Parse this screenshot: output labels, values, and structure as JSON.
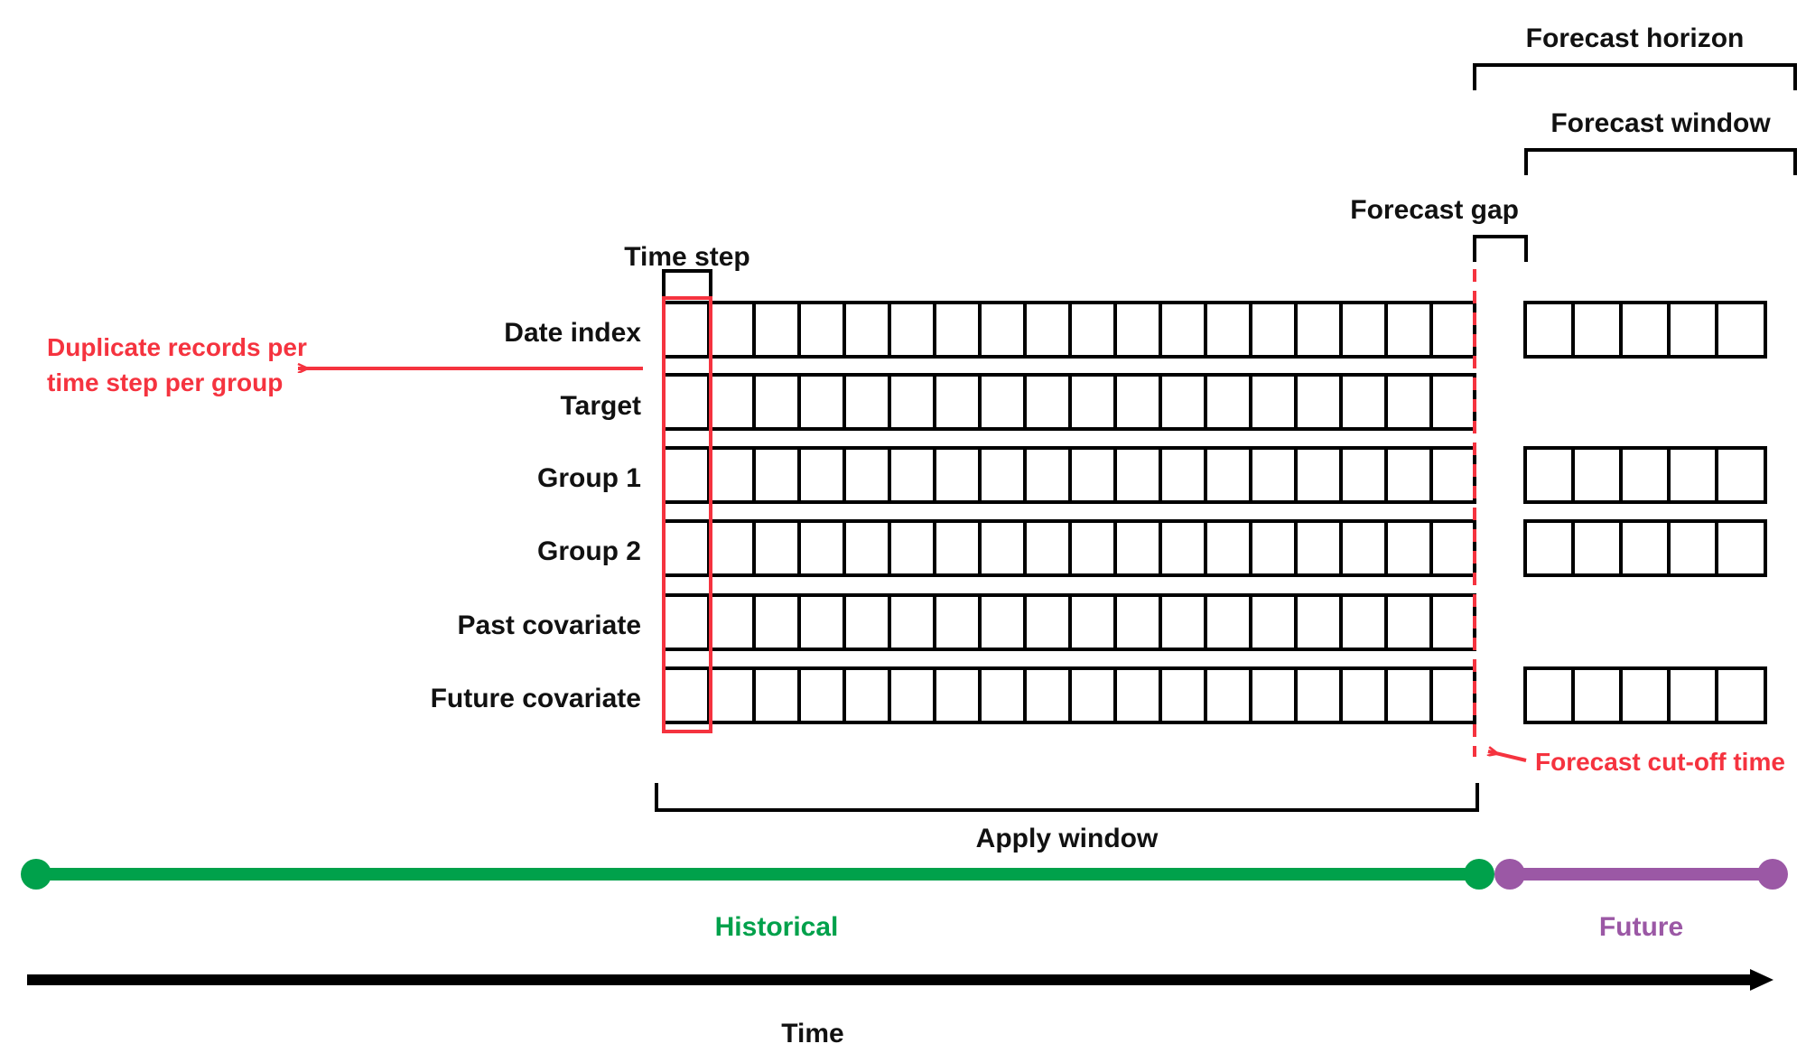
{
  "diagram": {
    "title_hidden": "",
    "row_labels": [
      {
        "id": "date-index",
        "label": "Date index"
      },
      {
        "id": "target",
        "label": "Target"
      },
      {
        "id": "group-1",
        "label": "Group 1"
      },
      {
        "id": "group-2",
        "label": "Group 2"
      },
      {
        "id": "past-covariate",
        "label": "Past covariate"
      },
      {
        "id": "future-covariate",
        "label": "Future covariate"
      }
    ],
    "brackets": {
      "time_step": "Time step",
      "forecast_horizon": "Forecast horizon",
      "forecast_window": "Forecast window",
      "forecast_gap": "Forecast gap",
      "apply_window": "Apply window"
    },
    "annotations": {
      "duplicate_records_line1": "Duplicate records per",
      "duplicate_records_line2": "time step per group",
      "forecast_cutoff": "Forecast cut-off time"
    },
    "timeline": {
      "historical_label": "Historical",
      "future_label": "Future",
      "axis_label": "Time"
    },
    "colors": {
      "accent_red": "#f5333f",
      "historical_green": "#00a14b",
      "future_purple": "#9b58a5",
      "grid_black": "#000000"
    },
    "grid": {
      "history_cell_count": 18,
      "forecast_cell_count": 5,
      "rows_with_forecast_cells": [
        "date-index",
        "group-1",
        "group-2",
        "future-covariate"
      ],
      "rows_without_forecast_cells": [
        "target",
        "past-covariate"
      ]
    }
  },
  "chart_data": {
    "type": "table",
    "title": "Time series forecasting data layout",
    "categories": [
      "Date index",
      "Target",
      "Group 1",
      "Group 2",
      "Past covariate",
      "Future covariate"
    ],
    "series": [
      {
        "name": "Historical (apply window)",
        "values": [
          18,
          18,
          18,
          18,
          18,
          18
        ]
      },
      {
        "name": "Future (forecast window)",
        "values": [
          5,
          0,
          5,
          5,
          0,
          5
        ]
      }
    ],
    "xlabel": "Time",
    "ylabel": "",
    "annotations": [
      "Time step",
      "Forecast horizon",
      "Forecast window",
      "Forecast gap",
      "Apply window",
      "Forecast cut-off time",
      "Duplicate records per time step per group",
      "Historical",
      "Future"
    ]
  }
}
